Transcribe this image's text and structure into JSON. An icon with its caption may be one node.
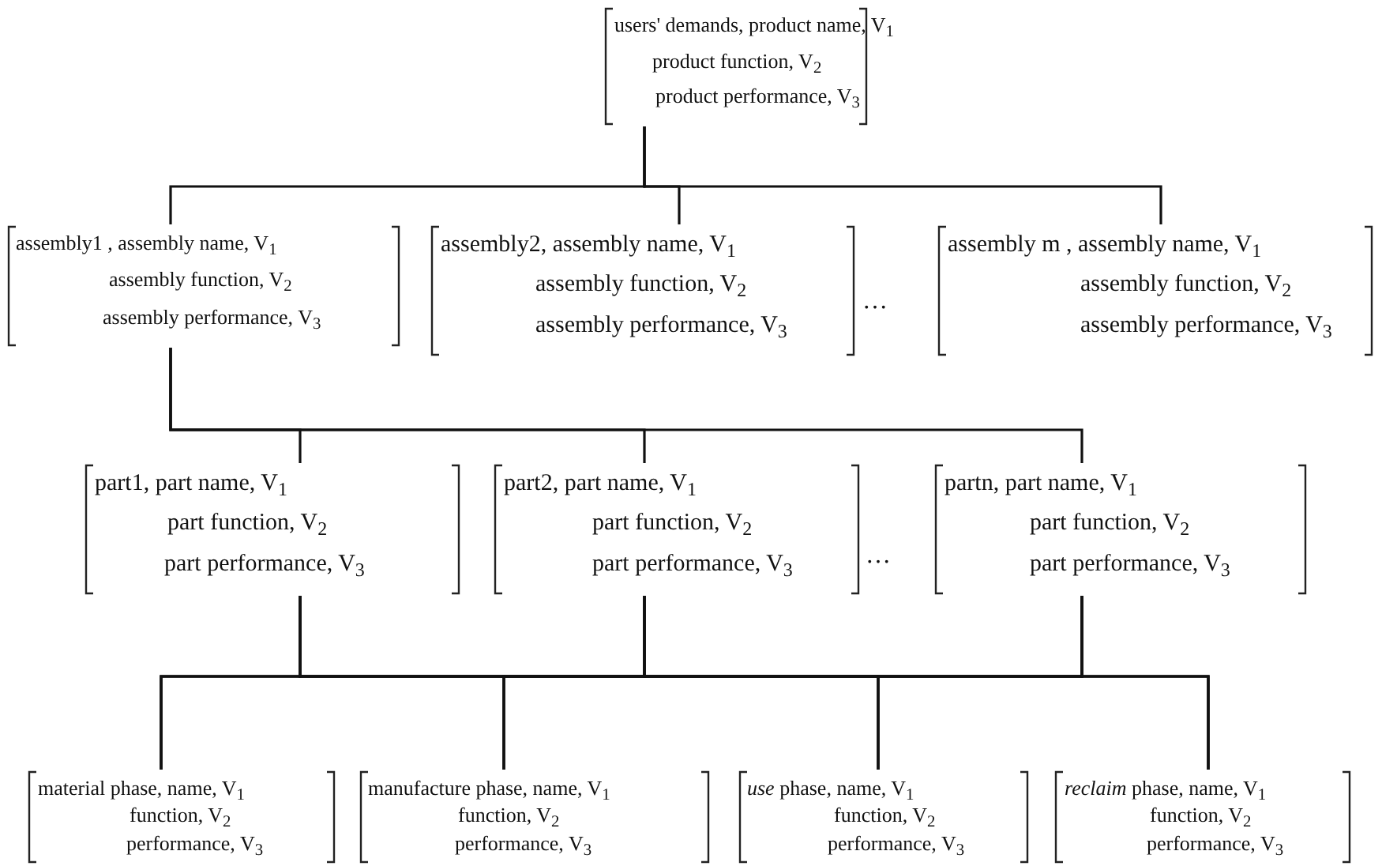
{
  "diagram": {
    "nodes": [
      {
        "text": [
          "users' demands, product name, V$_{1}$",
          "product function, V$_{2}$",
          "product performance, V$_{3}$"
        ]
      },
      {
        "text": [
          "assembly1 , assembly name, V$_{1}$",
          "assembly function, V$_{2}$",
          "assembly performance, V$_{3}$"
        ]
      },
      {
        "text": [
          "assembly2, assembly name, V$_{1}$",
          "assembly function, V$_{2}$",
          "assembly performance, V$_{3}$"
        ]
      },
      {
        "text": [
          "assembly m , assembly name, V$_{1}$",
          "assembly function, V$_{2}$",
          "assembly performance, V$_{3}$"
        ]
      },
      {
        "text": [
          "part1, part name, V$_{1}$",
          "part function, V$_{2}$",
          "part performance, V$_{3}$"
        ]
      },
      {
        "text": [
          "part2, part name, V$_{1}$",
          "part function, V$_{2}$",
          "part performance, V$_{3}$"
        ]
      },
      {
        "text": [
          "partn, part name, V$_{1}$",
          "part function, V$_{2}$",
          "part performance, V$_{3}$"
        ]
      },
      {
        "text": [
          "material phase, name, V$_{1}$",
          "function, V$_{2}$",
          "performance, V$_{3}$"
        ]
      },
      {
        "text": [
          "manufacture phase, name, V$_{1}$",
          "function, V$_{2}$",
          "performance, V$_{3}$"
        ]
      },
      {
        "text": [
          "*use* phase, name, V$_{1}$",
          "function, V$_{2}$",
          "performance, V$_{3}$"
        ]
      },
      {
        "text": [
          "*reclaim* phase, name, V$_{1}$",
          "function, V$_{2}$",
          "performance, V$_{3}$"
        ]
      }
    ],
    "edges": [
      {
        "from": 0,
        "to": 1,
        "arrow": "none"
      },
      {
        "from": 0,
        "to": 2,
        "arrow": "none"
      },
      {
        "from": 0,
        "to": 3,
        "arrow": "none"
      },
      {
        "from": 1,
        "to": 4,
        "arrow": "none"
      },
      {
        "from": 1,
        "to": 5,
        "arrow": "none"
      },
      {
        "from": 1,
        "to": 6,
        "arrow": "none"
      },
      {
        "from": 4,
        "to": 7,
        "arrow": "none"
      },
      {
        "from": 4,
        "to": 8,
        "arrow": "none"
      },
      {
        "from": 4,
        "to": 9,
        "arrow": "none"
      },
      {
        "from": 4,
        "to": 10,
        "arrow": "none"
      },
      {
        "from": 5,
        "to": 7,
        "arrow": "none"
      },
      {
        "from": 5,
        "to": 8,
        "arrow": "none"
      },
      {
        "from": 5,
        "to": 9,
        "arrow": "none"
      },
      {
        "from": 5,
        "to": 10,
        "arrow": "none"
      },
      {
        "from": 6,
        "to": 7,
        "arrow": "none"
      },
      {
        "from": 6,
        "to": 8,
        "arrow": "none"
      },
      {
        "from": 6,
        "to": 9,
        "arrow": "none"
      },
      {
        "from": 6,
        "to": 10,
        "arrow": "none"
      }
    ],
    "labels": [
      "…",
      "…"
    ]
  }
}
